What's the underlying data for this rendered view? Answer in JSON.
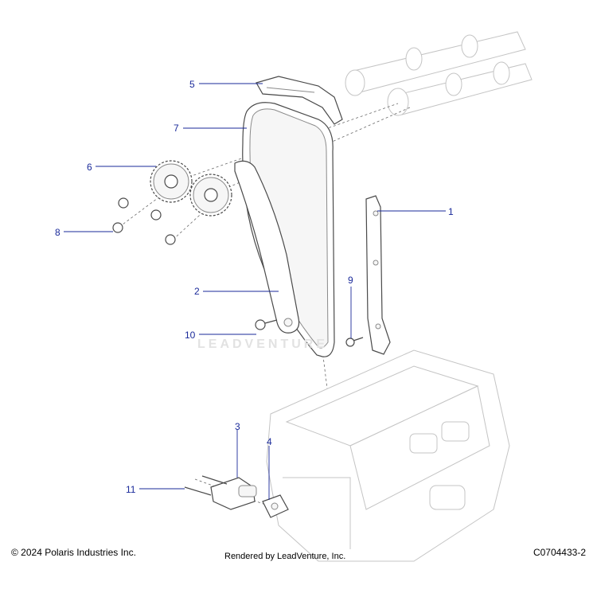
{
  "diagram": {
    "callouts": [
      {
        "number": "1"
      },
      {
        "number": "2"
      },
      {
        "number": "3"
      },
      {
        "number": "4"
      },
      {
        "number": "5"
      },
      {
        "number": "6"
      },
      {
        "number": "7"
      },
      {
        "number": "8"
      },
      {
        "number": "9"
      },
      {
        "number": "10"
      },
      {
        "number": "11"
      }
    ]
  },
  "footer": {
    "copyright": "© 2024 Polaris Industries Inc.",
    "rendered_by": "Rendered by LeadVenture, Inc.",
    "diagram_code": "C0704433-2"
  },
  "watermark": {
    "text": "LEADVENTURE"
  },
  "colors": {
    "callout": "#1a2a9a",
    "line_art": "#4a4a4a",
    "background": "#ffffff"
  }
}
